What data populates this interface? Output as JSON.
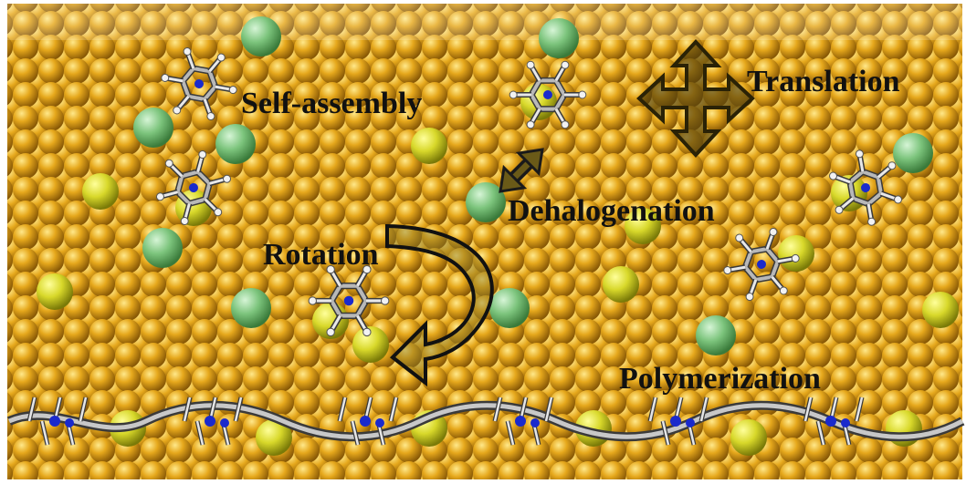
{
  "labels": {
    "self_assembly": "Self-assembly",
    "translation": "Translation",
    "dehalogenation": "Dehalogenation",
    "rotation": "Rotation",
    "polymerization": "Polymerization"
  },
  "colors": {
    "surface_gold": "#e0a418",
    "surface_yellow": "#d6d62a",
    "halogen_green": "#7cc47c",
    "carbon_gray": "#9a9a9a",
    "hydrogen_white": "#f2f2f2",
    "nitrogen_blue": "#1a2acc",
    "arrow_fill": "#5a4a12"
  },
  "icons": {
    "translation": "four-way-move-icon",
    "dehalogenation": "double-headed-arrow-icon",
    "rotation": "curved-arrow-icon"
  }
}
